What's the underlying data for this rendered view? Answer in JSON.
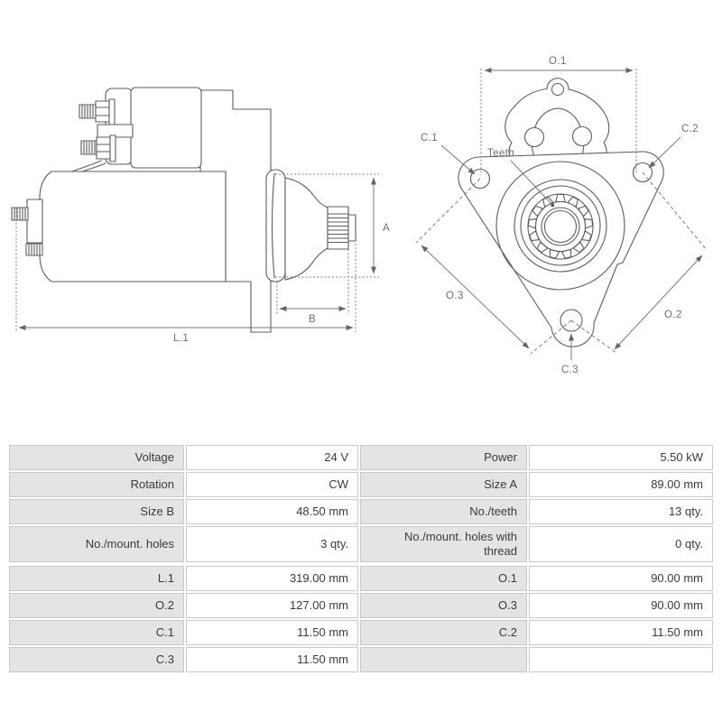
{
  "drawing": {
    "side_view": {
      "label_a": "A",
      "label_b": "B",
      "label_l1": "L.1"
    },
    "front_view": {
      "label_o1": "O.1",
      "label_o2": "O.2",
      "label_o3": "O.3",
      "label_c1": "C.1",
      "label_c2": "C.2",
      "label_c3": "C.3",
      "label_teeth": "Teeth"
    }
  },
  "spec_table": {
    "rows": [
      {
        "label1": "Voltage",
        "value1": "24 V",
        "label2": "Power",
        "value2": "5.50 kW"
      },
      {
        "label1": "Rotation",
        "value1": "CW",
        "label2": "Size A",
        "value2": "89.00 mm"
      },
      {
        "label1": "Size B",
        "value1": "48.50 mm",
        "label2": "No./teeth",
        "value2": "13 qty."
      },
      {
        "label1": "No./mount. holes",
        "value1": "3 qty.",
        "label2": "No./mount. holes with thread",
        "value2": "0 qty."
      },
      {
        "label1": "L.1",
        "value1": "319.00 mm",
        "label2": "O.1",
        "value2": "90.00 mm"
      },
      {
        "label1": "O.2",
        "value1": "127.00 mm",
        "label2": "O.3",
        "value2": "90.00 mm"
      },
      {
        "label1": "C.1",
        "value1": "11.50 mm",
        "label2": "C.2",
        "value2": "11.50 mm"
      },
      {
        "label1": "C.3",
        "value1": "11.50 mm",
        "label2": "",
        "value2": ""
      }
    ],
    "colors": {
      "label_cell_background": "#e4e4e4",
      "value_cell_background": "#ffffff",
      "cell_border": "#c9c9c9",
      "text": "#3a3a3a",
      "drawing_line": "#5c5c5c",
      "dimension_line": "#777777"
    }
  }
}
